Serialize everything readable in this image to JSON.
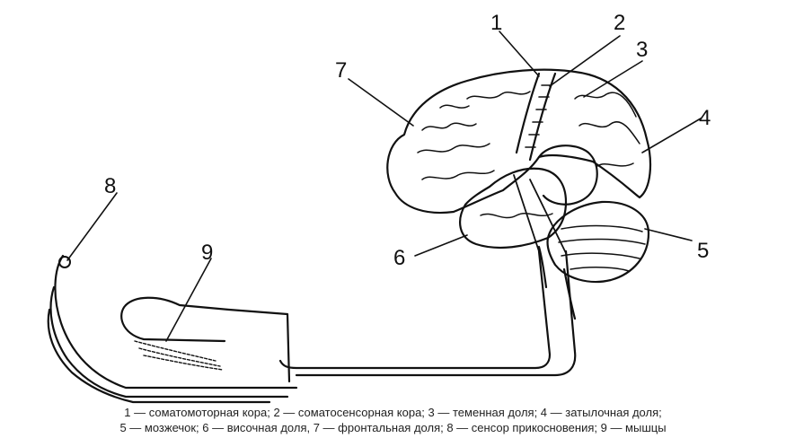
{
  "labels": {
    "n1": "1",
    "n2": "2",
    "n3": "3",
    "n4": "4",
    "n5": "5",
    "n6": "6",
    "n7": "7",
    "n8": "8",
    "n9": "9"
  },
  "caption": {
    "line1": "1 — соматомоторная кора; 2 — соматосенсорная кора; 3 — теменная доля;    4 — затылочная доля;",
    "line2": "5 — мозжечок; 6 — височная доля, 7 — фронтальная доля; 8 — сенсор прикосновения; 9 — мышцы"
  }
}
